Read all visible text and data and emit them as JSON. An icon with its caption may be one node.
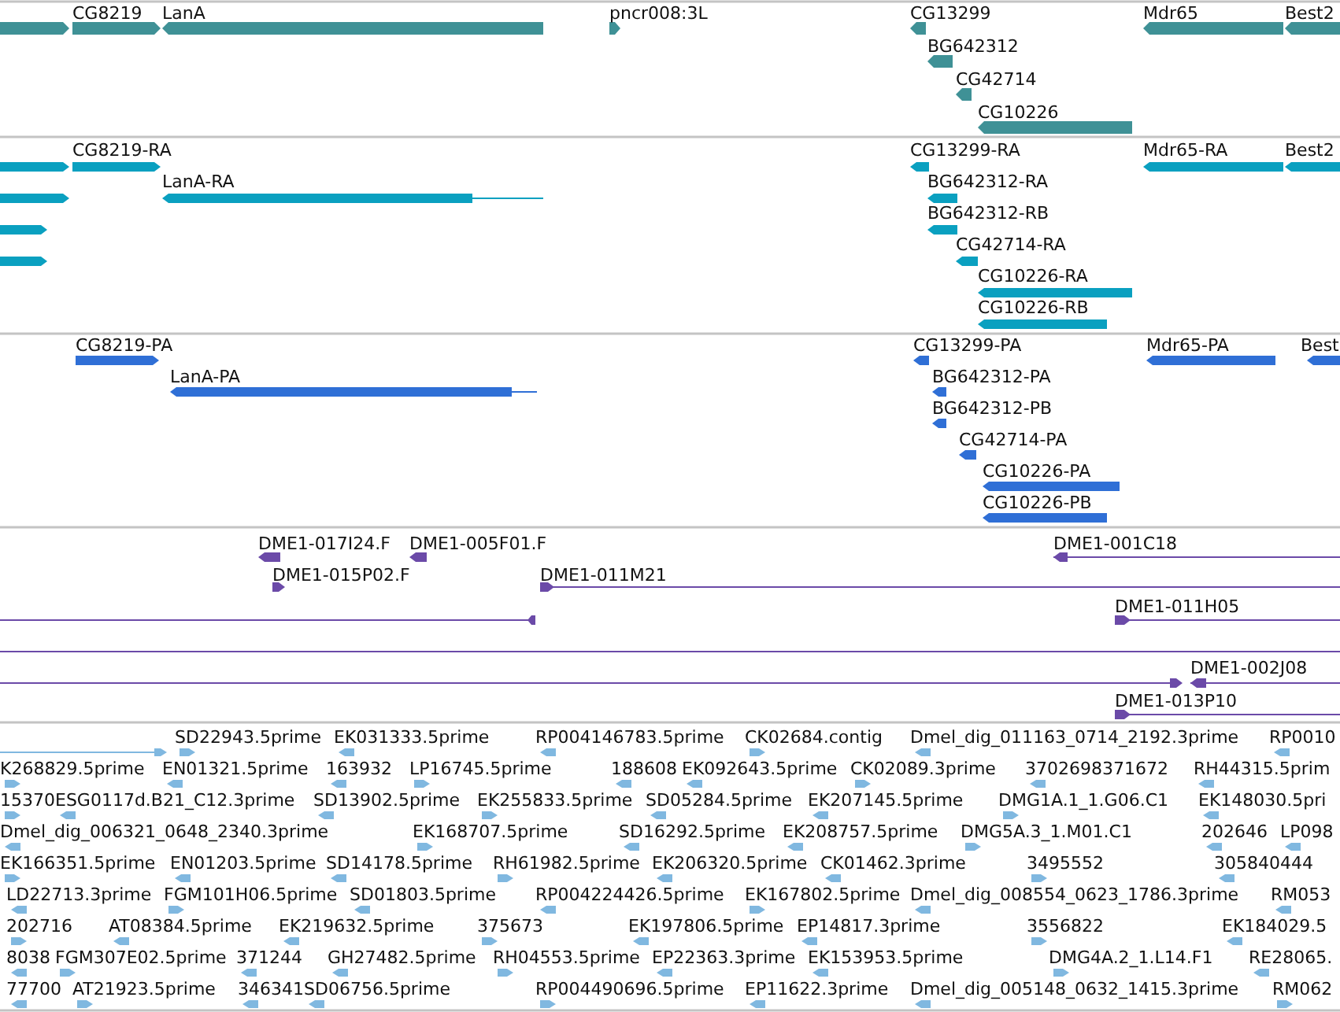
{
  "diagram": {
    "labels": [
      "CG8219",
      "LanA",
      "pncr008:3L",
      "CG13299",
      "Mdr65",
      "Best2",
      "BG642312",
      "CG42714",
      "CG10226",
      "CG8219-RA",
      "CG13299-RA",
      "Mdr65-RA",
      "Best2",
      "LanA-RA",
      "BG642312-RA",
      "BG642312-RB",
      "CG42714-RA",
      "CG10226-RA",
      "CG10226-RB",
      "CG8219-PA",
      "CG13299-PA",
      "Mdr65-PA",
      "Best",
      "LanA-PA",
      "BG642312-PA",
      "BG642312-PB",
      "CG42714-PA",
      "CG10226-PA",
      "CG10226-PB",
      "DME1-017I24.F",
      "DME1-005F01.F",
      "DME1-001C18",
      "DME1-015P02.F",
      "DME1-011M21",
      "DME1-011H05",
      "DME1-002J08",
      "DME1-013P10",
      "SD22943.5prime",
      "EK031333.5prime",
      "RP004146783.5prime",
      "CK02684.contig",
      "Dmel_dig_011163_0714_2192.3prime",
      "RP0010",
      "K268829.5prime",
      "EN01321.5prime",
      "163932",
      "LP16745.5prime",
      "188608",
      "EK092643.5prime",
      "CK02089.3prime",
      "3702698371672",
      "RH44315.5prim",
      "15370",
      "ESG0117d.B21_C12.3prime",
      "SD13902.5prime",
      "EK255833.5prime",
      "SD05284.5prime",
      "EK207145.5prime",
      "DMG1A.1_1.G06.C1",
      "EK148030.5pri",
      "Dmel_dig_006321_0648_2340.3prime",
      "EK168707.5prime",
      "SD16292.5prime",
      "EK208757.5prime",
      "DMG5A.3_1.M01.C1",
      "202646",
      "LP098",
      "EK166351.5prime",
      "EN01203.5prime",
      "SD14178.5prime",
      "RH61982.5prime",
      "EK206320.5prime",
      "CK01462.3prime",
      "3495552",
      "305840444",
      "LD22713.3prime",
      "FGM101H06.5prime",
      "SD01803.5prime",
      "RP004224426.5prime",
      "EK167802.5prime",
      "Dmel_dig_008554_0623_1786.3prime",
      "RM053",
      "202716",
      "AT08384.5prime",
      "EK219632.5prime",
      "375673",
      "EK197806.5prime",
      "EP14817.3prime",
      "3556822",
      "EK184029.5",
      "8038",
      "FGM307E02.5prime",
      "371244",
      "GH27482.5prime",
      "RH04553.5prime",
      "EP22363.3prime",
      "EK153953.5prime",
      "DMG4A.2_1.L14.F1",
      "RE28065.",
      "77700",
      "AT21923.5prime",
      "346341",
      "SD06756.5prime",
      "RP004490696.5prime",
      "EP11622.3prime",
      "Dmel_dig_005148_0632_1415.3prime",
      "RM062"
    ]
  }
}
